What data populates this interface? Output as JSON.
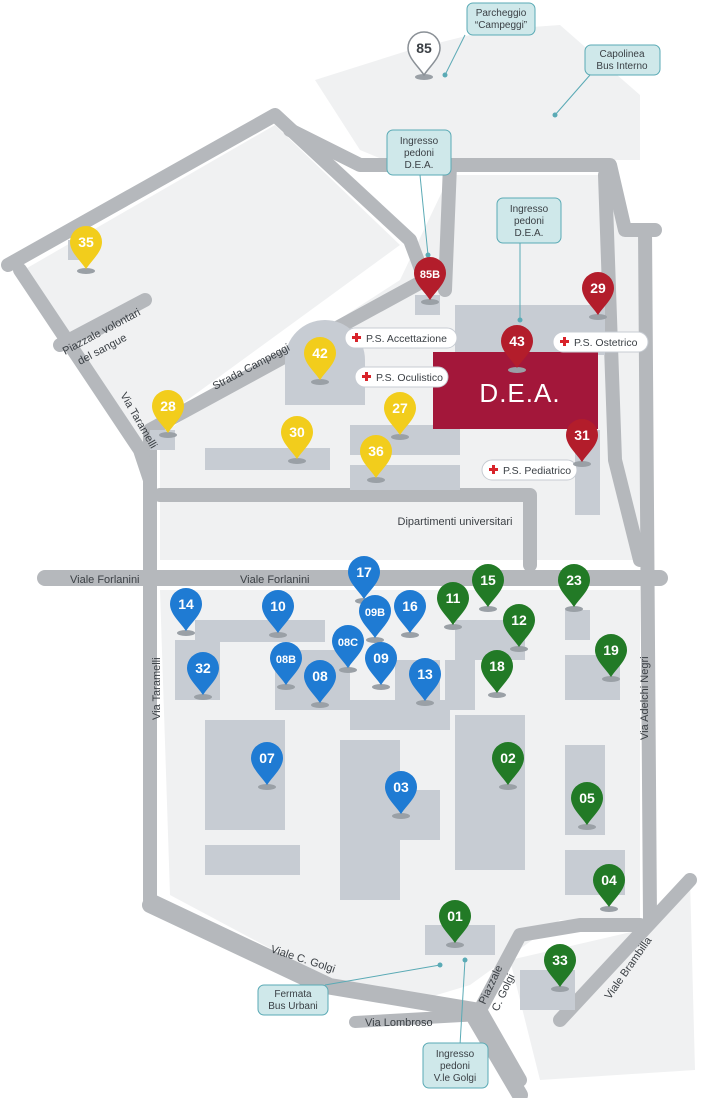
{
  "streets": {
    "viale_forlanini_left": "Viale Forlanini",
    "viale_forlanini_right": "Viale Forlanini",
    "via_taramelli_north": "Via Taramelli",
    "via_taramelli_south": "Via Taramelli",
    "strada_campeggi": "Strada Campeggi",
    "piazzale_volontari_1": "Piazzale volontari",
    "piazzale_volontari_2": "del sangue",
    "via_adelchi_negri": "Via Adelchi Negri",
    "viale_golgi": "Viale C. Golgi",
    "via_lombroso": "Via Lombroso",
    "piazzale_golgi_1": "Piazzale",
    "piazzale_golgi_2": "C. Golgi",
    "viale_brambilla": "Viale Brambilla"
  },
  "callouts": {
    "parcheggio": [
      "Parcheggio",
      "“Campeggi”"
    ],
    "capolinea": [
      "Capolinea",
      "Bus Interno"
    ],
    "ingresso_dea_1": [
      "Ingresso",
      "pedoni",
      "D.E.A."
    ],
    "ingresso_dea_2": [
      "Ingresso",
      "pedoni",
      "D.E.A."
    ],
    "fermata": [
      "Fermata",
      "Bus Urbani"
    ],
    "ingresso_golgi": [
      "Ingresso",
      "pedoni",
      "V.le Golgi"
    ]
  },
  "emergency_points": {
    "accettazione": "P.S. Accettazione",
    "oculistico": "P.S. Oculistico",
    "ostetrico": "P.S. Ostetrico",
    "pediatrico": "P.S. Pediatrico"
  },
  "dea_label": "D.E.A.",
  "dipartimenti_label": "Dipartimenti universitari",
  "colors": {
    "yellow": "#f2cd1c",
    "red": "#b31d2b",
    "blue": "#1f7bd3",
    "green": "#227a26",
    "gray": "#f0f1f2",
    "dea": "#a3173a"
  },
  "markers": {
    "m85": "85",
    "m85b": "85B",
    "m29": "29",
    "m43": "43",
    "m31": "31",
    "m35": "35",
    "m42": "42",
    "m28": "28",
    "m27": "27",
    "m30": "30",
    "m36": "36",
    "m17": "17",
    "m14": "14",
    "m10": "10",
    "m09b": "09B",
    "m16": "16",
    "m08c": "08C",
    "m09": "09",
    "m08b": "08B",
    "m08": "08",
    "m13": "13",
    "m32": "32",
    "m07": "07",
    "m03": "03",
    "m11": "11",
    "m15": "15",
    "m23": "23",
    "m12": "12",
    "m18": "18",
    "m19": "19",
    "m02": "02",
    "m05": "05",
    "m04": "04",
    "m01": "01",
    "m33": "33"
  }
}
